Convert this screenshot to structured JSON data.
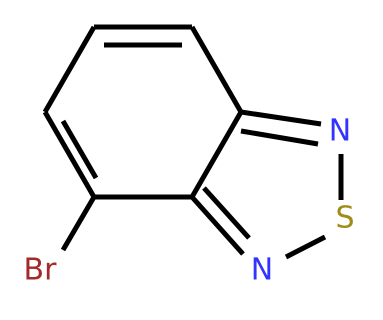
{
  "molecule": {
    "atoms": {
      "n_upper": {
        "label": "N",
        "color": "#3333ff"
      },
      "sulfur": {
        "label": "S",
        "color": "#a08c19"
      },
      "n_lower": {
        "label": "N",
        "color": "#3333ff"
      },
      "bromine": {
        "label": "Br",
        "color": "#a62929"
      }
    },
    "bond_color": "#000000"
  }
}
